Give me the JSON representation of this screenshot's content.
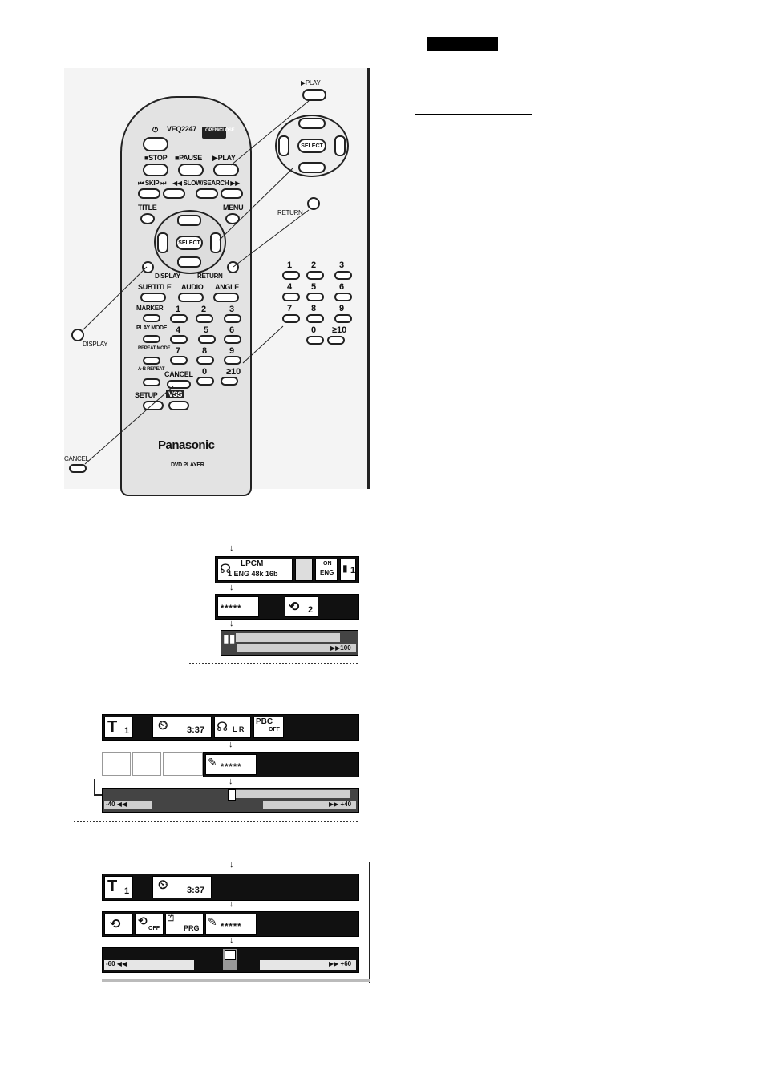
{
  "remote": {
    "model": "VEQ2247",
    "brand": "Panasonic",
    "subtitle": "DVD PLAYER",
    "open_close": "OPEN/CLOSE",
    "stop": "■STOP",
    "pause": "■PAUSE",
    "play": "▶PLAY",
    "skip": "⏮ SKIP ⏭",
    "search": "◀◀ SLOW/SEARCH ▶▶",
    "title": "TITLE",
    "menu": "MENU",
    "select": "SELECT",
    "display": "DISPLAY",
    "return": "RETURN",
    "subtitle_btn": "SUBTITLE",
    "audio": "AUDIO",
    "angle": "ANGLE",
    "marker": "MARKER",
    "play_mode": "PLAY MODE",
    "repeat_mode": "REPEAT MODE",
    "ab_repeat": "A-B REPEAT",
    "cancel": "CANCEL",
    "setup": "SETUP",
    "vss": "VSS",
    "digits": [
      "1",
      "2",
      "3",
      "4",
      "5",
      "6",
      "7",
      "8",
      "9",
      "0",
      "≥10"
    ]
  },
  "callouts": {
    "play": "▶PLAY",
    "select": "SELECT",
    "return": "RETURN",
    "display": "DISPLAY",
    "cancel": "CANCEL",
    "keypad": [
      "1",
      "2",
      "3",
      "4",
      "5",
      "6",
      "7",
      "8",
      "9",
      "0",
      "≥10"
    ]
  },
  "osd1": {
    "audio_top": "LPCM",
    "audio_bottom": "1 ENG 48k 16b",
    "subtitle_on": "ON",
    "subtitle_lang": "ENG",
    "angle": "1",
    "stars": "*****",
    "repeat_num": "2",
    "speed": "▶▶100"
  },
  "osd2": {
    "title_num": "1",
    "time": "3:37",
    "audio": "L R",
    "pbc": "PBC",
    "pbc_state": "OFF",
    "stars": "*****",
    "left_speed": "-40 ◀◀",
    "right_speed": "▶▶ +40"
  },
  "osd3": {
    "title_num": "1",
    "time": "3:37",
    "repeat_off": "OFF",
    "prg": "PRG",
    "stars": "*****",
    "left_speed": "-60 ◀◀",
    "right_speed": "▶▶ +60"
  },
  "arrow": "↓"
}
